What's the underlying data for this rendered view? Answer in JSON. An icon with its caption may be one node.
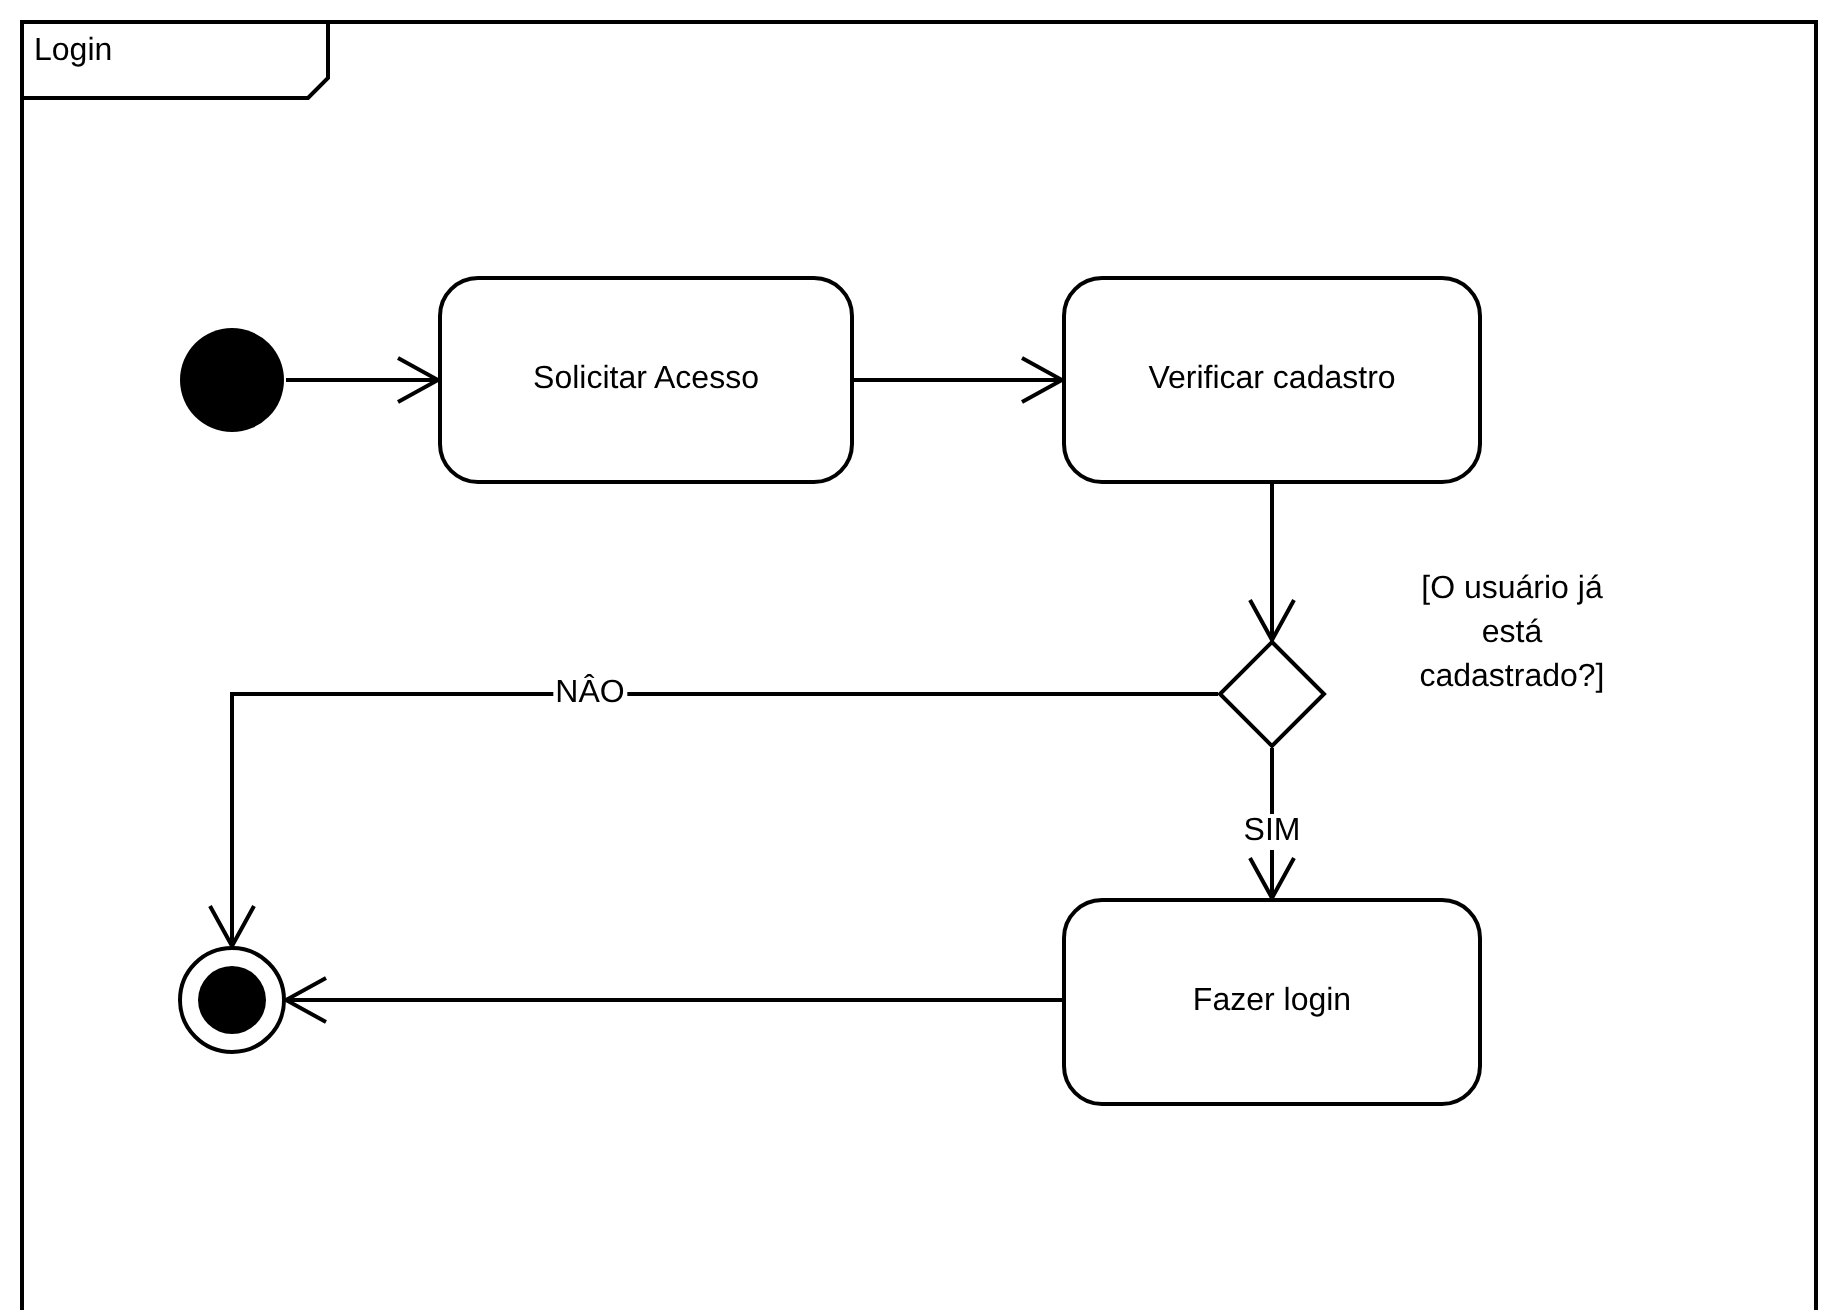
{
  "diagram": {
    "nodes": [
      {
        "text": [
          "Login"
        ]
      },
      {
        "text": [],
        "shape": "circle",
        "in": 0
      },
      {
        "text": [
          "Solicitar Acesso"
        ],
        "in": 0
      },
      {
        "text": [
          "Verificar cadastro"
        ],
        "in": 0
      },
      {
        "text": [],
        "shape": "diamond",
        "in": 0,
        "beside": [
          "[O usuário já está cadastrado?]"
        ]
      },
      {
        "text": [
          "Fazer login"
        ],
        "in": 0
      },
      {
        "text": [],
        "shape": "bullseye",
        "in": 0
      }
    ],
    "edges": [
      {
        "from": 1,
        "to": 2,
        "arrow": "to"
      },
      {
        "from": 2,
        "to": 3,
        "arrow": "to"
      },
      {
        "from": 3,
        "to": 4,
        "arrow": "to"
      },
      {
        "from": 4,
        "to": 6,
        "arrow": "to",
        "label": "NÂO"
      },
      {
        "from": 4,
        "to": 5,
        "arrow": "to",
        "label": "SIM"
      },
      {
        "from": 5,
        "to": 6,
        "arrow": "to"
      }
    ]
  }
}
